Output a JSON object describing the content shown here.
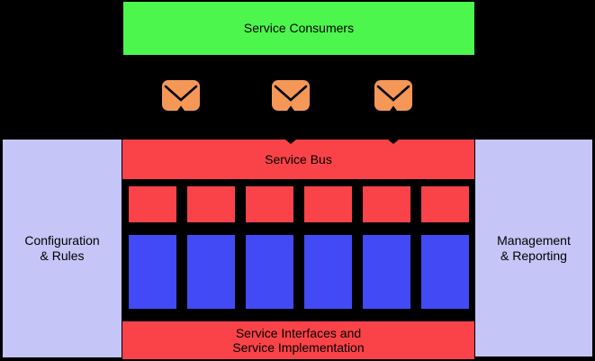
{
  "diagram": {
    "consumers_label": "Service Consumers",
    "bus_label": "Service Bus",
    "interfaces_line1": "Service Interfaces and",
    "interfaces_line2": "Service Implementation",
    "left_panel_line1": "Configuration",
    "left_panel_line2": "& Rules",
    "right_panel_line1": "Management",
    "right_panel_line2": "& Reporting"
  },
  "icons": {
    "envelope": "message-envelope-icon"
  },
  "counts": {
    "envelopes": 3,
    "interface_boxes": 6,
    "implementation_boxes": 6
  },
  "colors": {
    "background": "#000000",
    "consumers_green": "#4DF64D",
    "bus_red": "#FA4348",
    "panel_lavender": "#C5C5F7",
    "implementation_blue": "#424AF5",
    "envelope_orange": "#F49757",
    "text": "#000000"
  }
}
